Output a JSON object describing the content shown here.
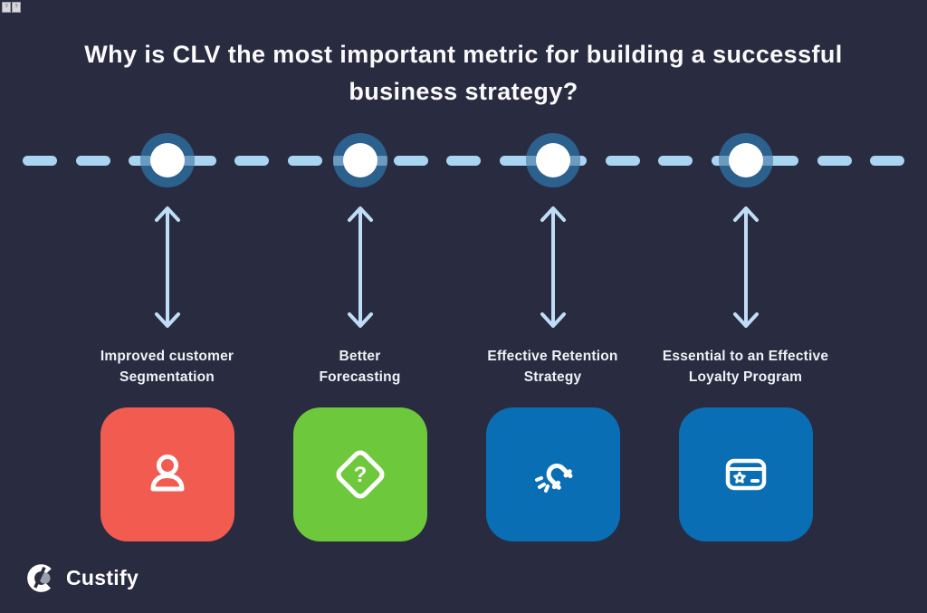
{
  "page": {
    "background_color": "#292C40",
    "corner_artifact_glyph": "?"
  },
  "title": {
    "line1": "Why is CLV the most important metric for building a successful",
    "line2": "business strategy?"
  },
  "timeline": {
    "dash_color": "#A9D5F2",
    "node_ring_color": "#2C608D",
    "node_fill_color": "#FFFFFF",
    "arrow_color": "#BFDDF5"
  },
  "items": [
    {
      "label_line1": "Improved customer",
      "label_line2": "Segmentation",
      "card_color": "#F15B50",
      "icon": "person-icon"
    },
    {
      "label_line1": "Better",
      "label_line2": "Forecasting",
      "card_color": "#6EC83B",
      "icon": "diamond-question-icon"
    },
    {
      "label_line1": "Effective Retention",
      "label_line2": "Strategy",
      "card_color": "#0A6EB4",
      "icon": "magnet-icon"
    },
    {
      "label_line1": "Essential to an Effective",
      "label_line2": "Loyalty Program",
      "card_color": "#0A6EB4",
      "icon": "loyalty-card-icon"
    }
  ],
  "footer": {
    "brand": "Custify"
  }
}
